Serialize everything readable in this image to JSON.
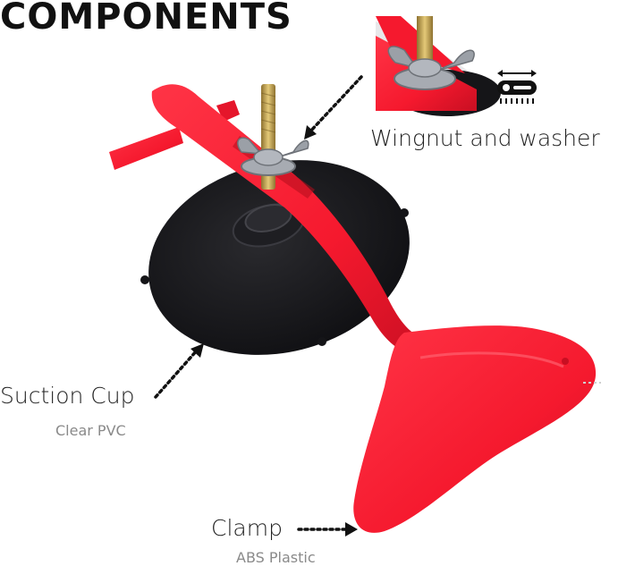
{
  "heading": "COMPONENTS",
  "callouts": {
    "wingnut": {
      "label": "Wingnut and washer"
    },
    "suction": {
      "label": "Suction Cup",
      "material": "Clear PVC"
    },
    "clamp": {
      "label": "Clamp",
      "material": "ABS Plastic"
    }
  },
  "colors": {
    "clamp_red": "#f5192e",
    "clamp_shadow": "#c80f22",
    "cup_black": "#151518",
    "brass": "#c9a64b",
    "steel": "#8f939a"
  },
  "icons": [
    "adjust-slider-icon"
  ]
}
